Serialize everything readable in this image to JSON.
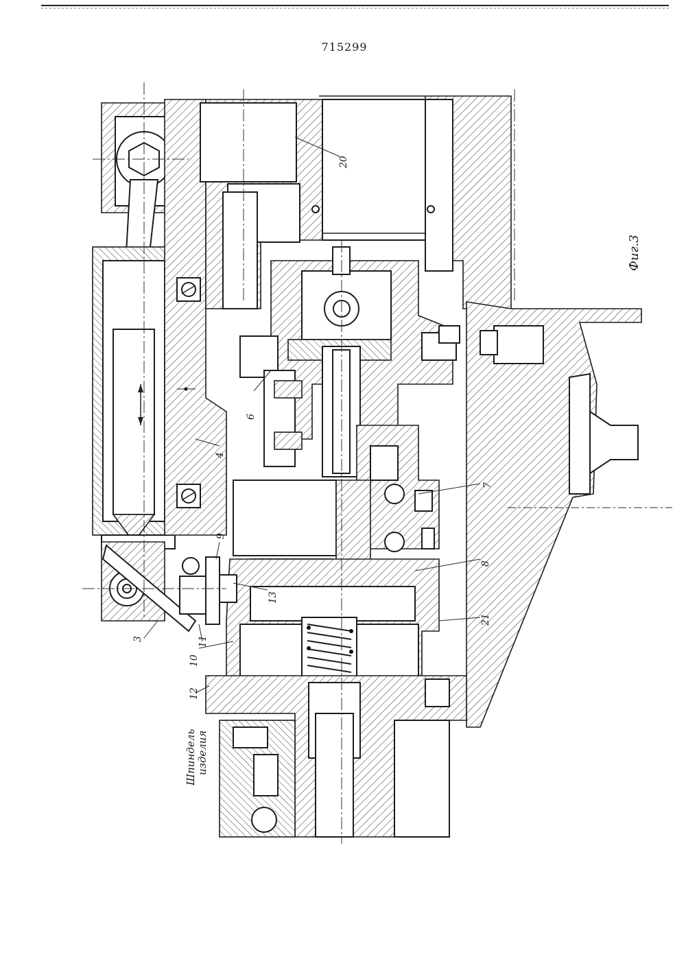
{
  "header": {
    "patent_number": "715299"
  },
  "figure": {
    "caption": "Фиг.3"
  },
  "side_text": {
    "line1": "Шпиндель",
    "line2": "изделия"
  },
  "labels": [
    "20",
    "6",
    "4",
    "7",
    "8",
    "9",
    "13",
    "3",
    "11",
    "10",
    "21",
    "12"
  ]
}
